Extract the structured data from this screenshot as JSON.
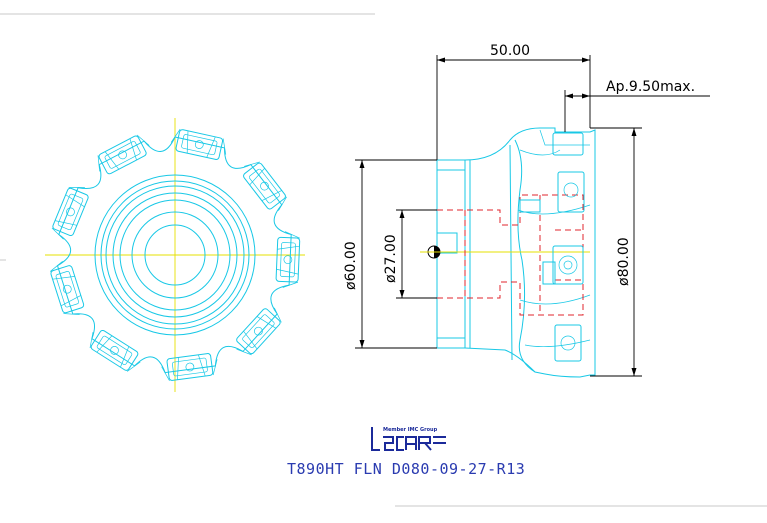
{
  "drawing": {
    "part_number": "T890HT FLN D080-09-27-R13",
    "logo": {
      "brand": "iscar",
      "tagline": "Member IMC Group"
    },
    "dimensions": {
      "length": "50.00",
      "depth_of_cut": "Ap.9.50max.",
      "shank_diameter": "ø60.00",
      "bore_diameter": "ø27.00",
      "cutting_diameter": "ø80.00"
    },
    "colors": {
      "body_outline": "#18c8e6",
      "centerline": "#e6e000",
      "hidden_line": "#e0242c",
      "dimension": "#000000",
      "title": "#2a3bb0"
    }
  }
}
